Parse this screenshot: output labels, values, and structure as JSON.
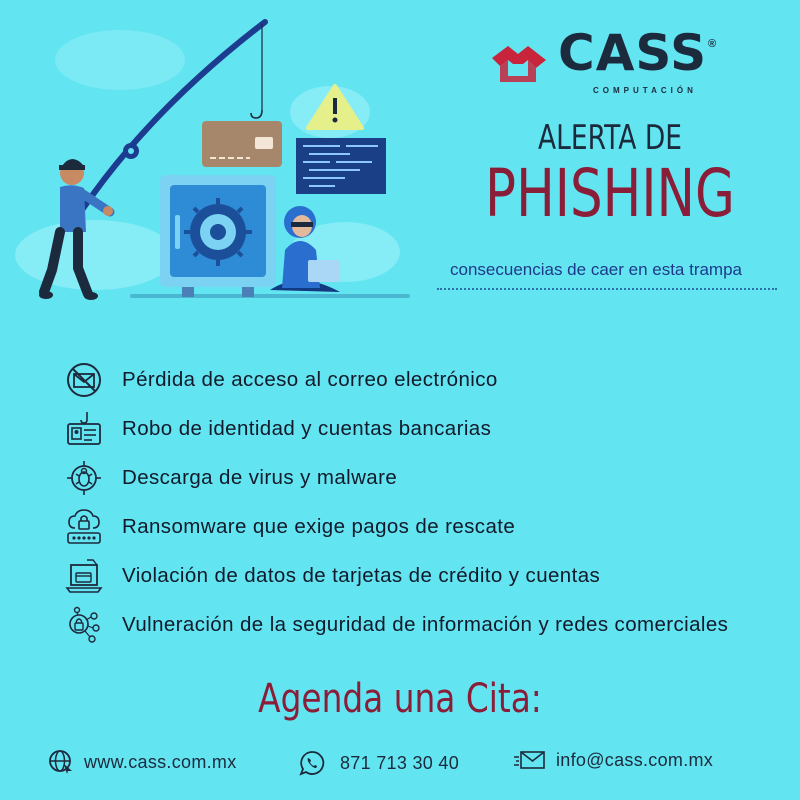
{
  "brand": {
    "name": "CASS",
    "registered": "®",
    "tagline": "COMPUTACIÓN",
    "accent_color": "#c8243c"
  },
  "header": {
    "line1": "ALERTA DE",
    "line2": "PHISHING",
    "subtitle": "consecuencias de caer en esta trampa"
  },
  "consequences": [
    {
      "icon": "no-email-icon",
      "label": "Pérdida de acceso al correo electrónico"
    },
    {
      "icon": "id-card-hook-icon",
      "label": "Robo de identidad y cuentas bancarias"
    },
    {
      "icon": "virus-bug-icon",
      "label": "Descarga de virus y malware"
    },
    {
      "icon": "lock-password-icon",
      "label": "Ransomware que exige pagos de rescate"
    },
    {
      "icon": "laptop-card-icon",
      "label": "Violación de datos de tarjetas de crédito y cuentas"
    },
    {
      "icon": "network-lock-icon",
      "label": "Vulneración de la seguridad de información y redes comerciales"
    }
  ],
  "cta": {
    "label": "Agenda una Cita:"
  },
  "contact": {
    "website": "www.cass.com.mx",
    "phone": "871 713 30 40",
    "email": "info@cass.com.mx"
  },
  "colors": {
    "background": "#63e4f1",
    "dark": "#1c2a3d",
    "maroon": "#8a1d37"
  }
}
